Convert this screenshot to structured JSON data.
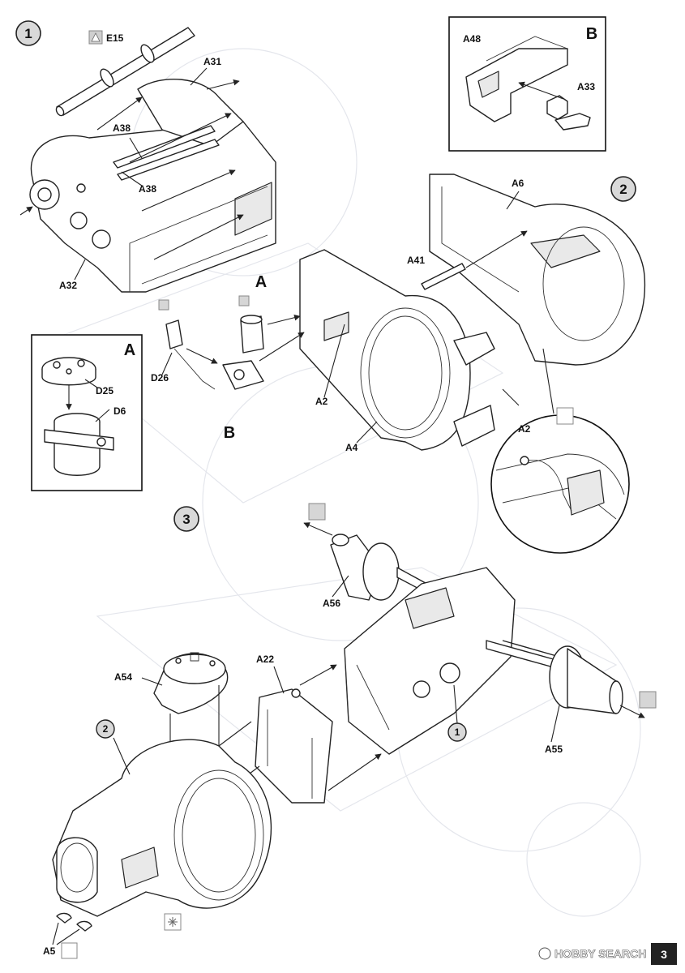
{
  "steps": [
    {
      "number": "1"
    },
    {
      "number": "2"
    },
    {
      "number": "3"
    }
  ],
  "step1": {
    "labels": [
      "E15",
      "A31",
      "A38",
      "A38",
      "A32"
    ]
  },
  "inset_b": {
    "title": "B",
    "labels": [
      "A48",
      "A33"
    ]
  },
  "step2": {
    "labels": [
      "A6",
      "A41",
      "A",
      "A2",
      "A4",
      "D26",
      "B",
      "A2"
    ]
  },
  "inset_a": {
    "title": "A",
    "labels": [
      "D25",
      "D6"
    ]
  },
  "step3": {
    "labels": [
      "A56",
      "A54",
      "A22",
      "2",
      "1",
      "A55",
      "A5"
    ]
  },
  "footer": {
    "watermark": "HOBBY SEARCH",
    "page_number": "3"
  }
}
